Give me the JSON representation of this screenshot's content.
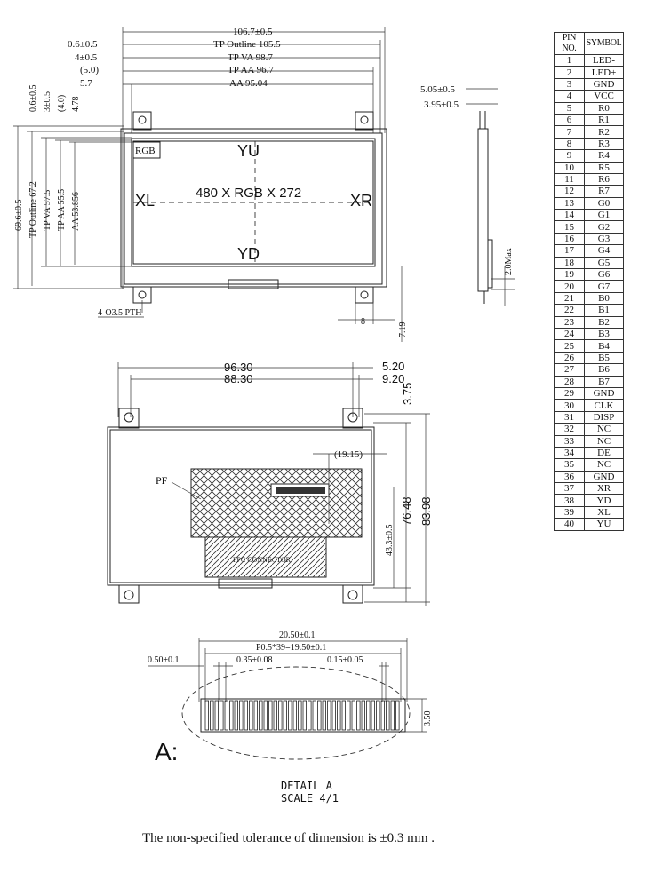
{
  "top_view": {
    "dims": {
      "overall": "106.7±0.5",
      "tp_outline_offset": "0.6±0.5",
      "tp_outline": "TP Outline 105.5",
      "tp_va_offset": "4±0.5",
      "tp_va": "TP VA 98.7",
      "tp_aa_offset": "(5.0)",
      "tp_aa": "TP AA 96.7",
      "aa_offset": "5.7",
      "aa": "AA 95.04",
      "v_offset1": "0.6±0.5",
      "v_offset2": "3±0.5",
      "v_offset3": "(4.0)",
      "v_offset4": "4.78",
      "height_overall": "69.6±0.5",
      "height_tp_outline": "TP Outline 67.2",
      "height_tp_va": "TP VA 57.5",
      "height_tp_aa": "TP AA 55.5",
      "height_aa": "AA 53.856",
      "holes": "4-O3.5 PTH",
      "slot_width": "8",
      "slot_height": "7.19"
    },
    "labels": {
      "yu": "YU",
      "yd": "YD",
      "xl": "XL",
      "xr": "XR",
      "rgb": "RGB",
      "resolution": "480 X RGB X 272"
    }
  },
  "side_view": {
    "dims": {
      "thickness_total": "5.05±0.5",
      "thickness_body": "3.95±0.5",
      "max_component": "2.0Max"
    }
  },
  "back_view": {
    "dims": {
      "hole_span": "96.30",
      "inner_span": "88.30",
      "right_offset1": "5.20",
      "right_offset2": "9.20",
      "top_offset": "3.75",
      "fpc_offset": "(19.15)",
      "height_inner": "76.48",
      "height_outer": "83.98",
      "pf_height": "43.3±0.5"
    },
    "labels": {
      "pf": "PF",
      "connector_text": "FPC CONNECTOR"
    }
  },
  "detail": {
    "dims": {
      "total_width": "20.50±0.1",
      "pitch": "P0.5*39=19.50±0.1",
      "edge": "0.50±0.1",
      "pin_width": "0.35±0.08",
      "gap": "0.15±0.05",
      "height": "3.50"
    },
    "labels": {
      "marker": "A:",
      "title": "DETAIL A",
      "scale": "SCALE 4/1"
    }
  },
  "pin_table": {
    "headers": [
      "PIN NO.",
      "SYMBOL"
    ],
    "rows": [
      [
        "1",
        "LED-"
      ],
      [
        "2",
        "LED+"
      ],
      [
        "3",
        "GND"
      ],
      [
        "4",
        "VCC"
      ],
      [
        "5",
        "R0"
      ],
      [
        "6",
        "R1"
      ],
      [
        "7",
        "R2"
      ],
      [
        "8",
        "R3"
      ],
      [
        "9",
        "R4"
      ],
      [
        "10",
        "R5"
      ],
      [
        "11",
        "R6"
      ],
      [
        "12",
        "R7"
      ],
      [
        "13",
        "G0"
      ],
      [
        "14",
        "G1"
      ],
      [
        "15",
        "G2"
      ],
      [
        "16",
        "G3"
      ],
      [
        "17",
        "G4"
      ],
      [
        "18",
        "G5"
      ],
      [
        "19",
        "G6"
      ],
      [
        "20",
        "G7"
      ],
      [
        "21",
        "B0"
      ],
      [
        "22",
        "B1"
      ],
      [
        "23",
        "B2"
      ],
      [
        "24",
        "B3"
      ],
      [
        "25",
        "B4"
      ],
      [
        "26",
        "B5"
      ],
      [
        "27",
        "B6"
      ],
      [
        "28",
        "B7"
      ],
      [
        "29",
        "GND"
      ],
      [
        "30",
        "CLK"
      ],
      [
        "31",
        "DISP"
      ],
      [
        "32",
        "NC"
      ],
      [
        "33",
        "NC"
      ],
      [
        "34",
        "DE"
      ],
      [
        "35",
        "NC"
      ],
      [
        "36",
        "GND"
      ],
      [
        "37",
        "XR"
      ],
      [
        "38",
        "YD"
      ],
      [
        "39",
        "XL"
      ],
      [
        "40",
        "YU"
      ]
    ]
  },
  "footnote": "The non-specified tolerance of dimension is ±0.3 mm ."
}
